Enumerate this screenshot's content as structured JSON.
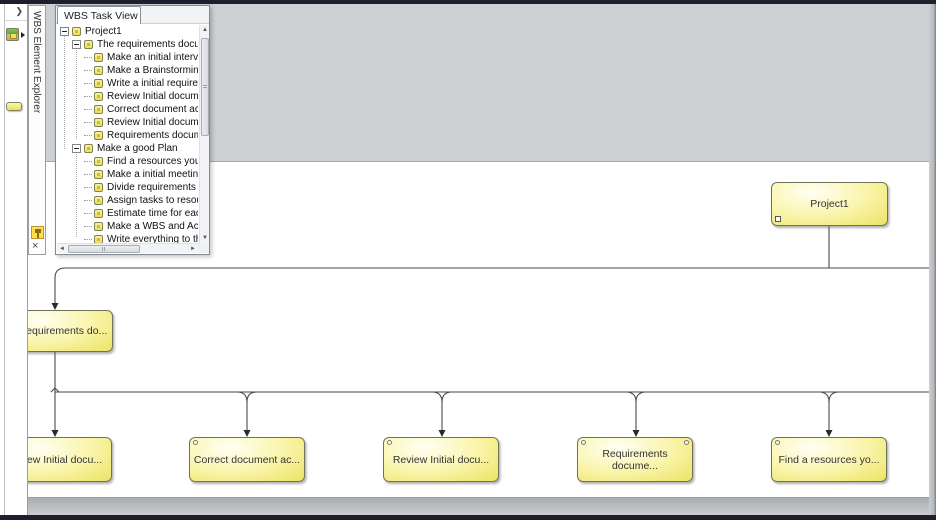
{
  "colors": {
    "frame_dark": "#1e1e2d",
    "canvas_out_of_page_gray": "#cdd0d3",
    "node_yellow": "#ece364",
    "node_border": "#72725a",
    "connector": "#4a4a4a"
  },
  "toolbox": {
    "collapse_chevron": "❯",
    "tools": [
      {
        "name": "image-tool"
      },
      {
        "name": "wbs-element-shape-tool"
      }
    ]
  },
  "explorer_strip": {
    "title": "WBS Element Explorer",
    "close_label": "×"
  },
  "task_panel": {
    "tab_label": "WBS Task View",
    "tree": [
      {
        "label": "Project1",
        "level": 0,
        "expandable": true
      },
      {
        "label": "The requirements docume",
        "level": 1,
        "expandable": true
      },
      {
        "label": "Make an initial intervie",
        "level": 2,
        "expandable": false
      },
      {
        "label": "Make a Brainstorming w",
        "level": 2,
        "expandable": false
      },
      {
        "label": "Write a initial requirem",
        "level": 2,
        "expandable": false
      },
      {
        "label": "Review Initial documen",
        "level": 2,
        "expandable": false
      },
      {
        "label": "Correct document acco",
        "level": 2,
        "expandable": false
      },
      {
        "label": "Review Initial documen",
        "level": 2,
        "expandable": false
      },
      {
        "label": "Requirements documen",
        "level": 2,
        "expandable": false
      },
      {
        "label": "Make a good Plan",
        "level": 1,
        "expandable": true
      },
      {
        "label": "Find a resources you w",
        "level": 2,
        "expandable": false
      },
      {
        "label": "Make a initial meeting",
        "level": 2,
        "expandable": false
      },
      {
        "label": "Divide requirements to",
        "level": 2,
        "expandable": false
      },
      {
        "label": "Assign tasks to resourc",
        "level": 2,
        "expandable": false
      },
      {
        "label": "Estimate time for each",
        "level": 2,
        "expandable": false
      },
      {
        "label": "Make a WBS and Activi",
        "level": 2,
        "expandable": false
      },
      {
        "label": "Write everything to the",
        "level": 2,
        "expandable": false
      }
    ]
  },
  "diagram": {
    "nodes": [
      {
        "id": "project1",
        "label": "Project1"
      },
      {
        "id": "the-requirements-doc",
        "label": "The requirements do..."
      },
      {
        "id": "review-initial-doc-1",
        "label": "Review Initial docu..."
      },
      {
        "id": "correct-document",
        "label": "Correct document ac..."
      },
      {
        "id": "review-initial-doc-2",
        "label": "Review Initial docu..."
      },
      {
        "id": "requirements-docume",
        "label": "Requirements docume..."
      },
      {
        "id": "find-a-resources",
        "label": "Find a resources yo..."
      }
    ]
  }
}
